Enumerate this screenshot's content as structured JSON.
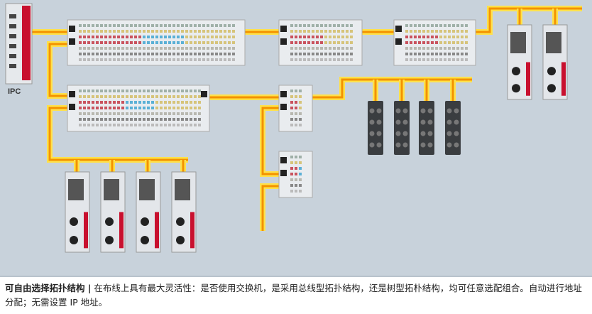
{
  "diagram": {
    "ipc_label": "IPC",
    "colors": {
      "background": "#c8d2db",
      "cable_outer": "#ffe14a",
      "cable_inner": "#f39200",
      "module_body": "#e9ecef",
      "drive_red": "#c8102e",
      "io_box": "#3a3d40",
      "stripe_red": "#c9535e",
      "stripe_blue": "#5ab0d6",
      "stripe_yellow": "#d6c47a"
    }
  },
  "caption": {
    "title": "可自由选择拓扑结构 |",
    "text": " 在布线上具有最大灵活性：是否使用交换机，是采用总线型拓扑结构，还是树型拓朴结构，均可任意选配组合。自动进行地址分配；无需设置 IP 地址。"
  }
}
